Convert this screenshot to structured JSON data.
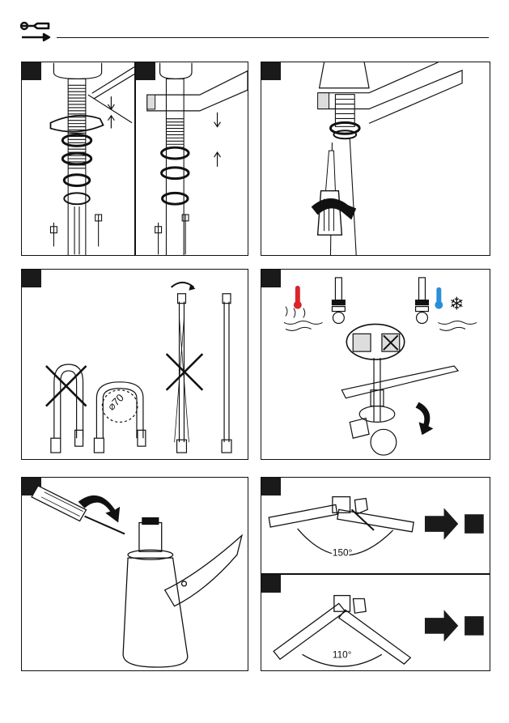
{
  "header": {
    "icon": "wrench-screwdriver-icon"
  },
  "panels": {
    "p4": {
      "diameter_label": "⌀70"
    },
    "p7": {
      "angle_label": "150°"
    },
    "p8": {
      "angle_label": "110°"
    }
  },
  "colors": {
    "ink": "#111111",
    "hot": "#d9262c",
    "cold": "#2a8fd6",
    "fill": "#1a1a1a"
  },
  "icons": [
    "hot-water-icon",
    "cold-water-icon",
    "rotate-arrow-icon",
    "forbidden-cross-icon",
    "next-step-arrow-icon",
    "screwdriver-icon",
    "wrench-icon"
  ]
}
